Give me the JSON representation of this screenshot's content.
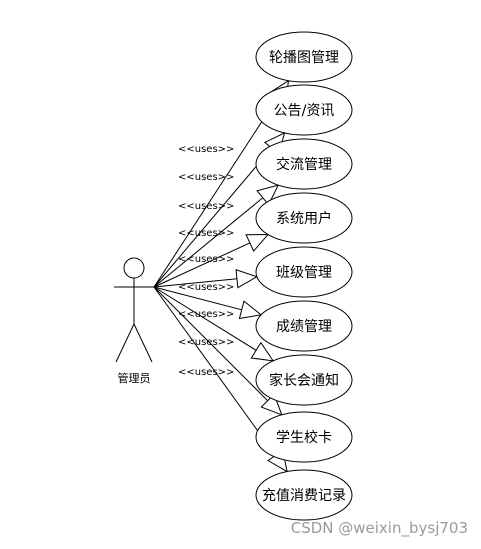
{
  "actor": {
    "label": "管理员"
  },
  "use_cases": [
    {
      "id": "carousel",
      "label": "轮播图管理"
    },
    {
      "id": "notice",
      "label": "公告/资讯"
    },
    {
      "id": "exchange",
      "label": "交流管理"
    },
    {
      "id": "system-user",
      "label": "系统用户"
    },
    {
      "id": "class",
      "label": "班级管理"
    },
    {
      "id": "grade",
      "label": "成绩管理"
    },
    {
      "id": "parent-notice",
      "label": "家长会通知"
    },
    {
      "id": "student-card",
      "label": "学生校卡"
    },
    {
      "id": "recharge",
      "label": "充值消费记录"
    }
  ],
  "relation_label": "<<uses>>",
  "watermark": "CSDN @weixin_bysj703"
}
